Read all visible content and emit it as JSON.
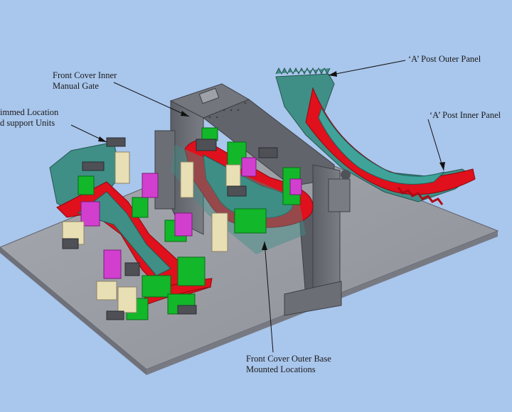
{
  "labels": {
    "front_cover_inner": [
      "Front Cover Inner",
      "Manual Gate"
    ],
    "trimmed_location": [
      "immed Location",
      "d support Units"
    ],
    "a_post_outer": "‘A’ Post Outer Panel",
    "a_post_inner": "‘A’ Post Inner Panel",
    "front_cover_outer": [
      "Front Cover Outer Base",
      "Mounted Locations"
    ]
  },
  "colors": {
    "background": "#a9c6ec",
    "base_plate": "#9c9ea6",
    "steel": "#6c6e76",
    "panel_red": "#e0101c",
    "teal": "#3f8f86",
    "locator_green": "#12b82a",
    "clamp_magenta": "#d23fcf",
    "support_cream": "#e9dfb4"
  }
}
